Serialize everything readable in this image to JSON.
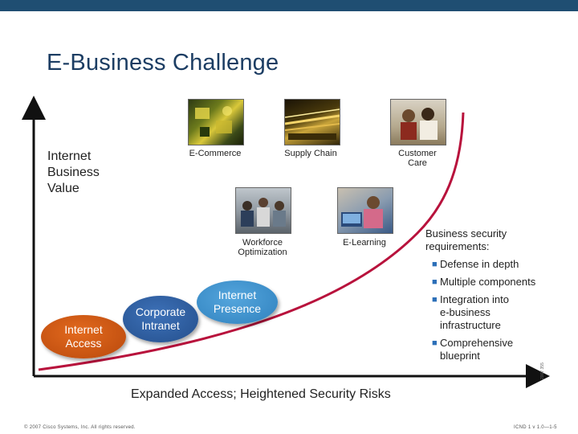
{
  "title": "E-Business Challenge",
  "y_axis_label": [
    "Internet",
    "Business",
    "Value"
  ],
  "x_axis_label": "Expanded Access; Heightened Security Risks",
  "stages": {
    "access": [
      "Internet",
      "Access"
    ],
    "intranet": [
      "Corporate",
      "Intranet"
    ],
    "presence": [
      "Internet",
      "Presence"
    ]
  },
  "photo_captions": {
    "ecommerce": [
      "E-Commerce"
    ],
    "supply_chain": [
      "Supply Chain"
    ],
    "customer_care": [
      "Customer",
      "Care"
    ],
    "workforce": [
      "Workforce",
      "Optimization"
    ],
    "elearning": [
      "E-Learning"
    ]
  },
  "requirements": {
    "heading": [
      "Business security",
      "requirements:"
    ],
    "items": [
      [
        "Defense in depth"
      ],
      [
        "Multiple components"
      ],
      [
        "Integration into",
        "e-business",
        "infrastructure"
      ],
      [
        "Comprehensive",
        "blueprint"
      ]
    ]
  },
  "footer_left": "© 2007 Cisco Systems, Inc. All rights reserved.",
  "footer_right": "ICND 1 v 1.0—1-5",
  "side_id": "2007 355",
  "colors": {
    "top_bar": "#1f4e72",
    "title": "#1c3d63",
    "curve": "#b8123c",
    "access": "#d25a14",
    "intranet": "#2f5fa3",
    "presence": "#4396d3",
    "bullet": "#2c6fb8"
  }
}
